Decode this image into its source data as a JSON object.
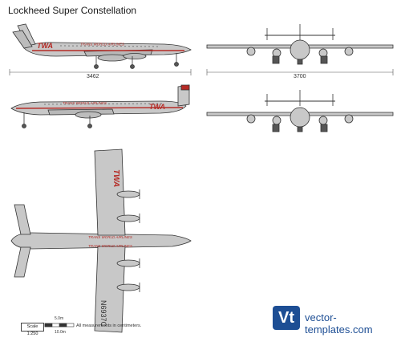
{
  "title": "Lockheed Super Constellation",
  "dimensions": {
    "length": "3462",
    "span": "3700"
  },
  "livery": {
    "airline": "TWA",
    "cheatline": "TRANS WORLD AIRLINES",
    "registration": "N6937C"
  },
  "scale": {
    "label": "Scale 1:250",
    "unit_top": "5.0m",
    "unit_bottom": "10.0m",
    "note": "All measurements in centimeters."
  },
  "brand": {
    "logo": "Vt",
    "site": "vector-templates.com"
  },
  "colors": {
    "fuselage": "#c8c8c8",
    "stroke": "#333333",
    "accent": "#b52a25",
    "brand": "#1d4e94"
  }
}
